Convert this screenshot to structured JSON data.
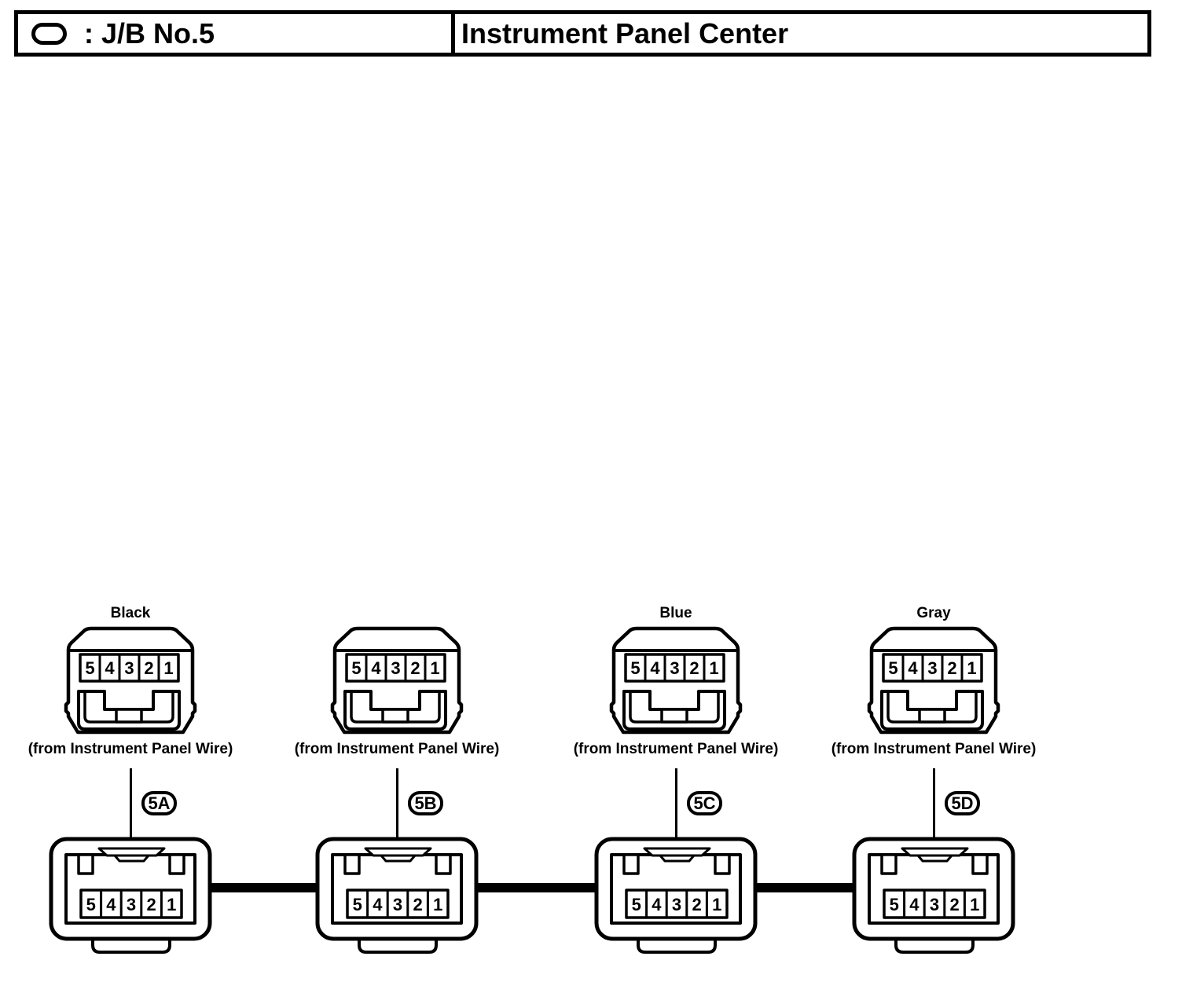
{
  "header": {
    "symbol_icon": "junction-block-oval",
    "symbol_label": ": J/B No.5",
    "title": "Instrument Panel Center"
  },
  "caption": "(from Instrument Panel Wire)",
  "pins": [
    "5",
    "4",
    "3",
    "2",
    "1"
  ],
  "columns": [
    {
      "color_label": "Black",
      "connector_id": "5A"
    },
    {
      "color_label": "",
      "connector_id": "5B"
    },
    {
      "color_label": "Blue",
      "connector_id": "5C"
    },
    {
      "color_label": "Gray",
      "connector_id": "5D"
    }
  ],
  "colors": {
    "ink": "#000000",
    "paper": "#ffffff"
  }
}
